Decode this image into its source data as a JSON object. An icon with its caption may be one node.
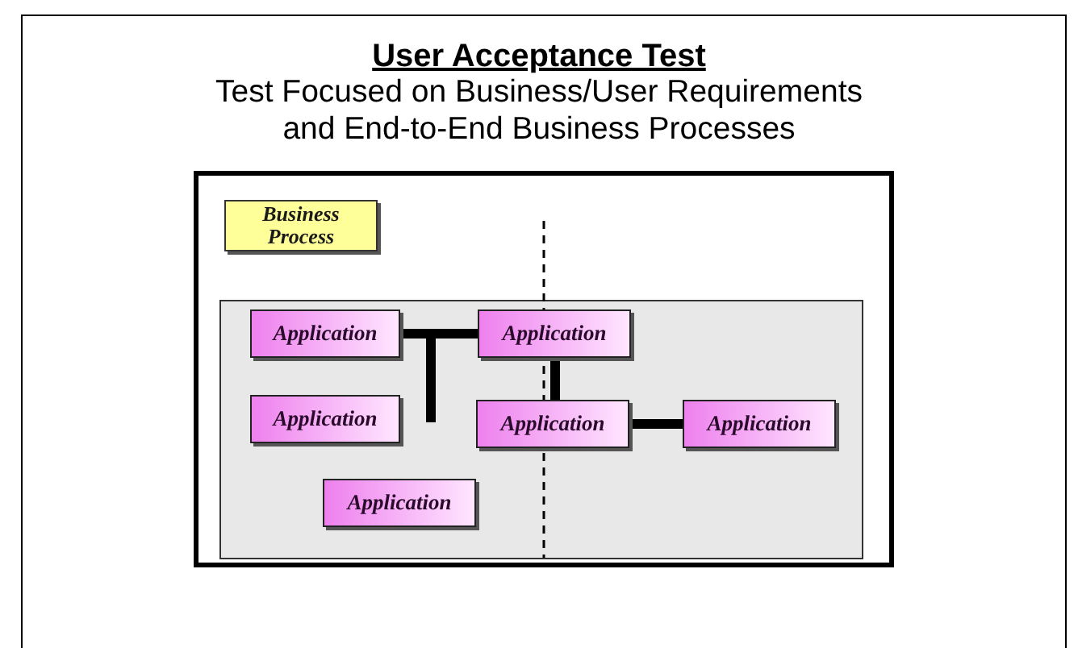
{
  "diagram": {
    "title": "User Acceptance Test",
    "caption": "Test Focused on Business/User Requirements and End-to-End Business Processes",
    "nodes": [
      {
        "text": [],
        "shape": "box"
      },
      {
        "text": [
          "Business Process"
        ],
        "in": 0
      },
      {
        "text": [],
        "shape": "box",
        "in": 0
      },
      {
        "text": [
          "Application"
        ],
        "in": 2
      },
      {
        "text": [
          "Application"
        ],
        "in": 2
      },
      {
        "text": [
          "Application"
        ],
        "in": 2
      },
      {
        "text": [
          "Application"
        ],
        "in": 2
      },
      {
        "text": [
          "Application"
        ],
        "in": 2
      },
      {
        "text": [
          "Application"
        ],
        "in": 2
      }
    ],
    "edges": [
      {
        "from": 3,
        "to": 4,
        "arrow": "none"
      },
      {
        "from": 3,
        "to": null,
        "arrow": "none"
      },
      {
        "from": 4,
        "to": 6,
        "arrow": "none"
      },
      {
        "from": 6,
        "to": 7,
        "arrow": "none"
      }
    ]
  }
}
